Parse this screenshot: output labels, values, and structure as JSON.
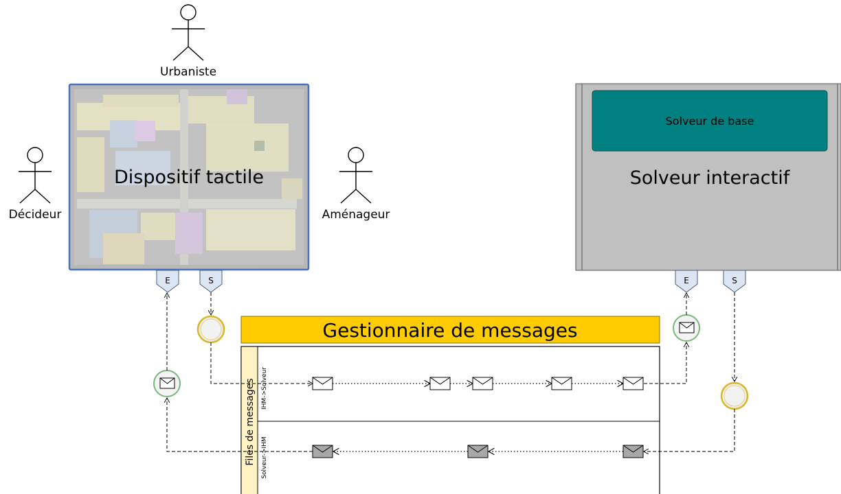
{
  "actors": {
    "urbaniste": "Urbaniste",
    "decideur": "Décideur",
    "amenageur": "Aménageur"
  },
  "tactile": {
    "title": "Dispositif tactile"
  },
  "solveur": {
    "title": "Solveur interactif",
    "base": "Solveur de base"
  },
  "ports": {
    "entry": "E",
    "exit": "S"
  },
  "gestionnaire": {
    "title": "Gestionnaire de messages",
    "pool_label": "Files de messages",
    "lane_ihm_solveur": "IHM->Solveur",
    "lane_solveur_ihm": "Solveur->IHM"
  },
  "colors": {
    "gestionnaire_fill": "#ffcc00",
    "solveur_base_fill": "#008080",
    "solveur_fill": "#c0c0c0",
    "port_fill": "#dce6f2",
    "message_event_border": "#7ab87a",
    "start_event_border": "#d9b62b",
    "pool_label_fill": "#fff2c2"
  }
}
